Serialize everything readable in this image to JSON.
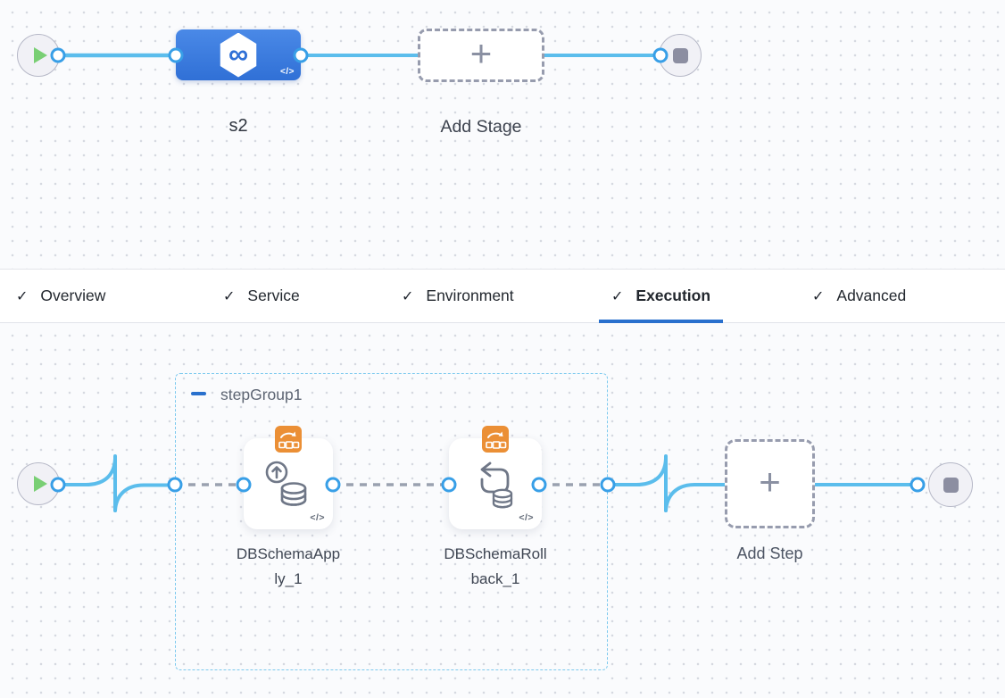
{
  "stage_pipeline": {
    "stage": {
      "label": "s2",
      "icon": "cd-stage-infinity"
    },
    "add_stage": {
      "label": "Add Stage"
    }
  },
  "tabs": {
    "items": [
      {
        "label": "Overview",
        "checked": true,
        "active": false
      },
      {
        "label": "Service",
        "checked": true,
        "active": false
      },
      {
        "label": "Environment",
        "checked": true,
        "active": false
      },
      {
        "label": "Execution",
        "checked": true,
        "active": true
      },
      {
        "label": "Advanced",
        "checked": true,
        "active": false
      }
    ]
  },
  "execution": {
    "step_group": {
      "label": "stepGroup1",
      "collapsed": false
    },
    "steps": [
      {
        "label": "DBSchemaApply_1",
        "icon": "db-schema-apply",
        "badge": "custom-deployment-template"
      },
      {
        "label": "DBSchemaRollback_1",
        "icon": "db-schema-rollback",
        "badge": "custom-deployment-template"
      }
    ],
    "add_step": {
      "label": "Add Step"
    }
  },
  "icons": {
    "check": "✓",
    "plus": "+",
    "code_tag": "</>",
    "infinity": "∞"
  },
  "colors": {
    "accent_blue": "#2970cd",
    "connector_blue": "#5bbdec",
    "port_ring_blue": "#389fe7",
    "stage_node_blue": "#3579dd",
    "step_group_border": "#7cc9ee",
    "dashed_connector_gray": "#9aa1b0",
    "badge_orange": "#eb8f35",
    "play_green": "#79cf74",
    "canvas_background": "#fafbfd"
  }
}
